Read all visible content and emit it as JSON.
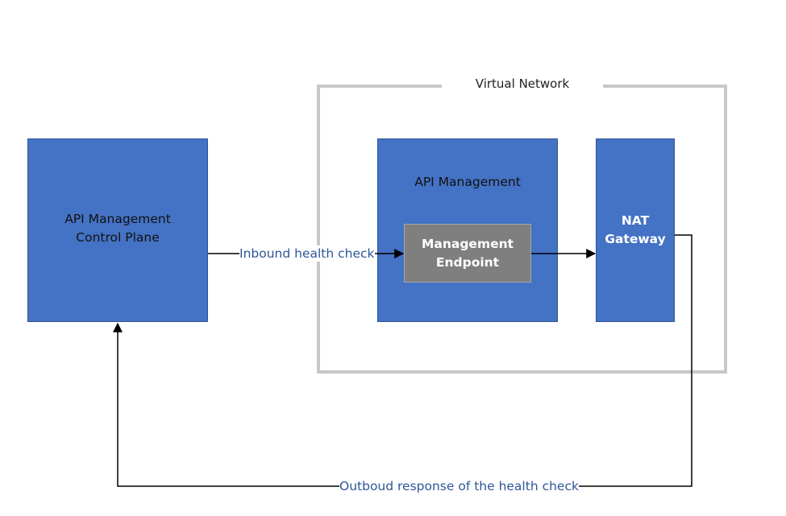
{
  "diagram": {
    "virtual_network": {
      "label": "Virtual Network"
    },
    "nodes": {
      "control_plane": {
        "line1": "API Management",
        "line2": "Control Plane"
      },
      "api_management": {
        "label": "API Management"
      },
      "management_endpoint": {
        "line1": "Management",
        "line2": "Endpoint"
      },
      "nat_gateway": {
        "line1": "NAT",
        "line2": "Gateway"
      }
    },
    "edges": {
      "inbound": {
        "label": "Inbound health check",
        "from": "control_plane",
        "to": "management_endpoint"
      },
      "endpoint_to_nat": {
        "label": "",
        "from": "management_endpoint",
        "to": "nat_gateway"
      },
      "outbound": {
        "label": "Outboud response of the health check",
        "from": "nat_gateway",
        "to": "control_plane"
      }
    },
    "colors": {
      "box_blue": "#4472c4",
      "endpoint_gray": "#7f7f7f",
      "vnet_border": "#c8c8c8",
      "edge_label": "#2f5597",
      "connector": "#000000"
    }
  }
}
